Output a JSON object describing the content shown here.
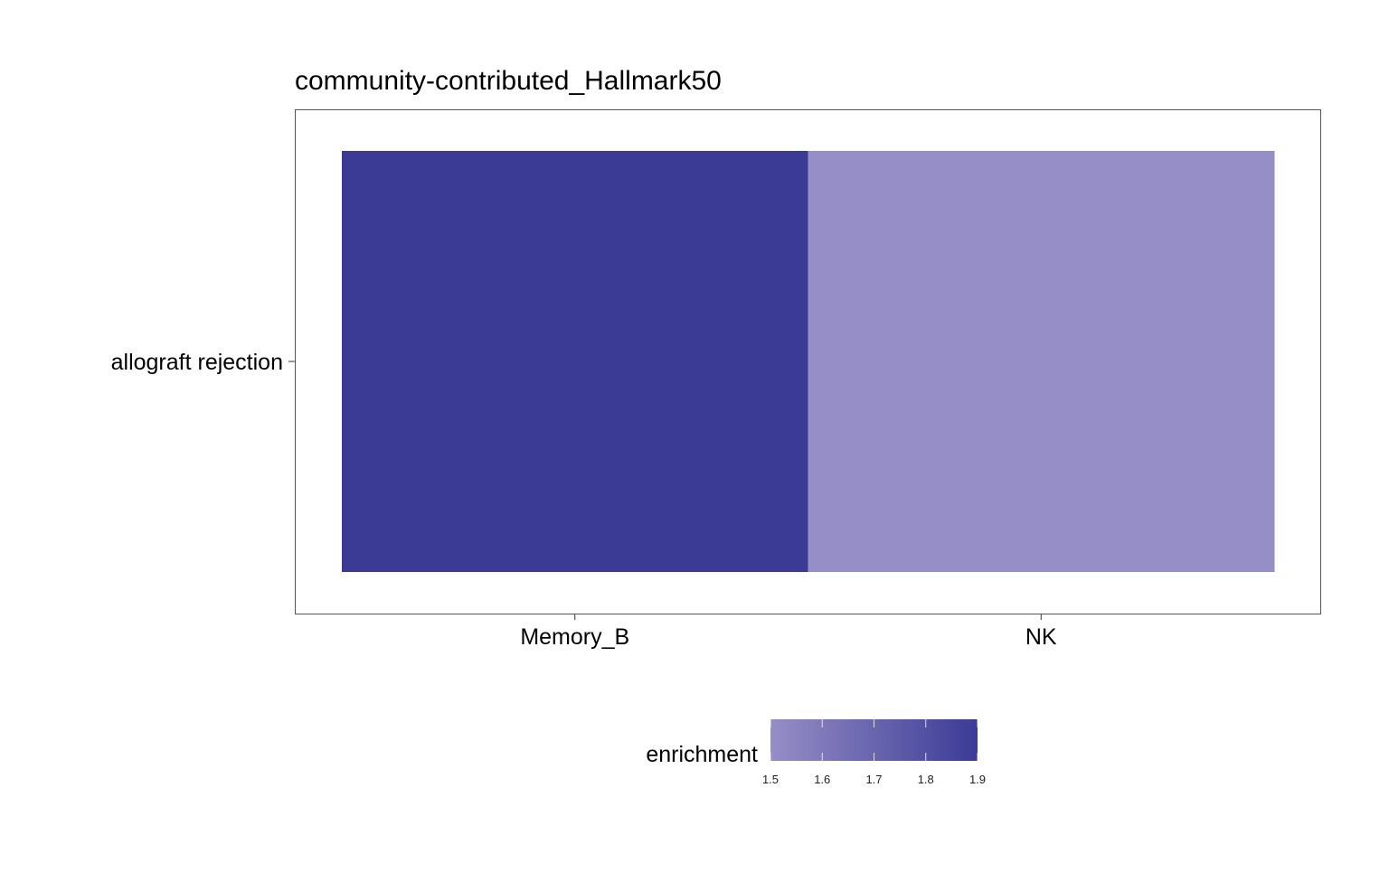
{
  "chart_data": {
    "type": "heatmap",
    "title": "community-contributed_Hallmark50",
    "xlabel": "",
    "ylabel": "",
    "x_categories": [
      "Memory_B",
      "NK"
    ],
    "y_categories": [
      "allograft rejection"
    ],
    "cells": [
      {
        "x": "Memory_B",
        "y": "allograft rejection",
        "value": 1.9
      },
      {
        "x": "NK",
        "y": "allograft rejection",
        "value": 1.5
      }
    ],
    "legend": {
      "title": "enrichment",
      "position": "bottom",
      "range": [
        1.5,
        1.9
      ],
      "ticks": [
        "1.5",
        "1.6",
        "1.7",
        "1.8",
        "1.9"
      ],
      "low_color": "#968EC6",
      "high_color": "#3B3B96"
    }
  }
}
